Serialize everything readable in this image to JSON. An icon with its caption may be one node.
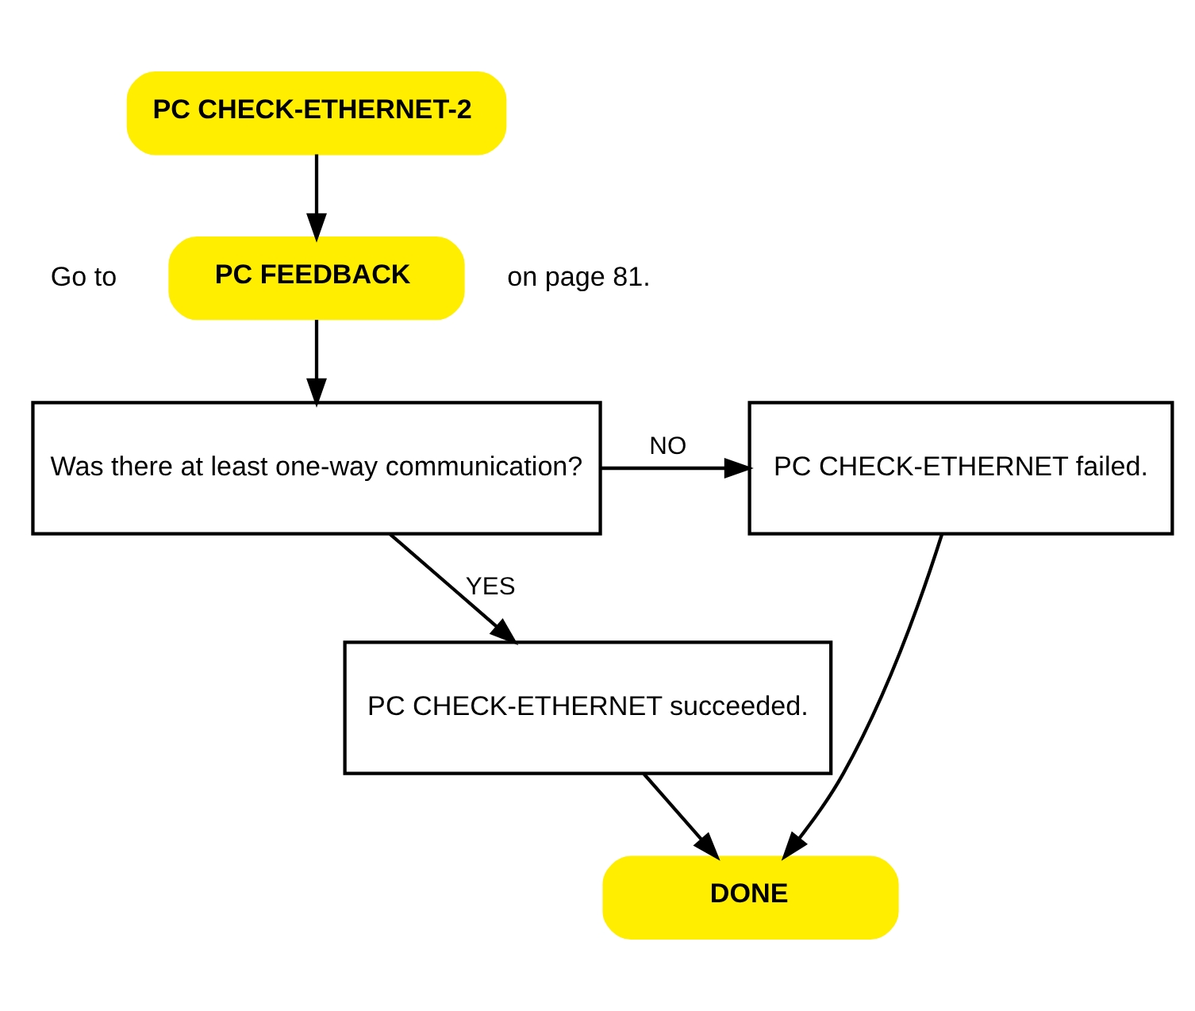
{
  "diagram": {
    "nodes": [
      {
        "text": [
          "PC CHECK-ETHERNET-2"
        ]
      },
      {
        "text": [
          "PC FEEDBACK"
        ],
        "beside": [
          "Go to",
          "on page 81."
        ]
      },
      {
        "text": [
          "Was there at least one-way communication?"
        ]
      },
      {
        "text": [
          "PC CHECK-ETHERNET failed."
        ]
      },
      {
        "text": [
          "PC CHECK-ETHERNET succeeded."
        ]
      },
      {
        "text": [
          "DONE"
        ]
      }
    ],
    "edges": [
      {
        "from": 0,
        "to": 1,
        "arrow": "to"
      },
      {
        "from": 1,
        "to": 2,
        "arrow": "to"
      },
      {
        "from": 2,
        "to": 3,
        "arrow": "to",
        "label": "NO"
      },
      {
        "from": 2,
        "to": 4,
        "arrow": "to",
        "label": "YES"
      },
      {
        "from": 4,
        "to": 5,
        "arrow": "to"
      },
      {
        "from": 3,
        "to": 5,
        "arrow": "to"
      }
    ]
  }
}
